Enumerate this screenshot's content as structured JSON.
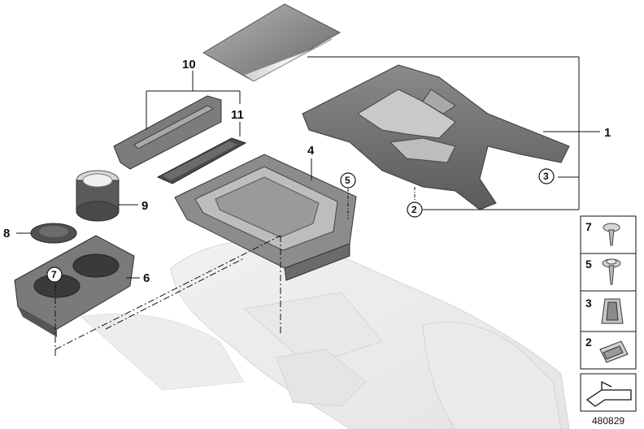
{
  "diagram": {
    "figure_number": "480829",
    "callouts": {
      "c1": "1",
      "c4": "4",
      "c6": "6",
      "c8": "8",
      "c9": "9",
      "c10": "10",
      "c11": "11"
    },
    "circled_refs": {
      "r2": "2",
      "r3": "3",
      "r5": "5",
      "r7": "7"
    },
    "side_panel": [
      {
        "label": "7",
        "icon": "screw-large-head-icon"
      },
      {
        "label": "5",
        "icon": "screw-washer-head-icon"
      },
      {
        "label": "3",
        "icon": "spring-clip-icon"
      },
      {
        "label": "2",
        "icon": "u-nut-clip-icon"
      },
      {
        "label": "",
        "icon": "bracket-symbol-icon"
      }
    ]
  }
}
